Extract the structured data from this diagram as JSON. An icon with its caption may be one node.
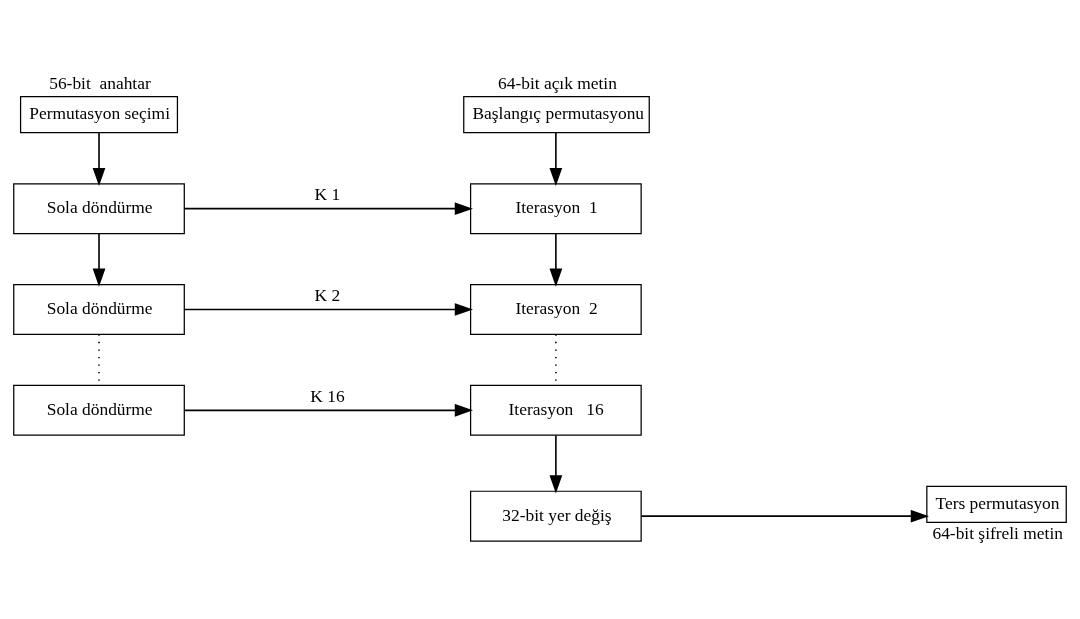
{
  "diagram": {
    "nodes": [
      {
        "text": [
          "Başlangıç permutasyonu"
        ],
        "beside": [
          "64-bit açık metin"
        ]
      },
      {
        "text": [
          "Permutasyon seçimi"
        ],
        "beside": [
          "56-bit  anahtar"
        ]
      },
      {
        "text": [
          "Iterasyon  1"
        ]
      },
      {
        "text": [
          "Sola döndürme"
        ]
      },
      {
        "text": [
          "Iterasyon  2"
        ]
      },
      {
        "text": [
          "Sola döndürme"
        ]
      },
      {
        "text": [
          "Iterasyon   16"
        ]
      },
      {
        "text": [
          "Sola döndürme"
        ]
      },
      {
        "text": [
          "32-bit yer değiş"
        ]
      },
      {
        "text": [
          "Ters permutasyon"
        ],
        "beside": [
          "64-bit şifreli metin"
        ]
      }
    ],
    "edges": [
      {
        "from": 0,
        "to": 2,
        "arrow": "to"
      },
      {
        "from": 1,
        "to": 3,
        "arrow": "to"
      },
      {
        "from": 3,
        "to": 2,
        "arrow": "to",
        "label": "K 1"
      },
      {
        "from": 2,
        "to": 4,
        "arrow": "to"
      },
      {
        "from": 3,
        "to": 5,
        "arrow": "to"
      },
      {
        "from": 5,
        "to": 4,
        "arrow": "to",
        "label": "K 2"
      },
      {
        "from": 4,
        "to": 6,
        "arrow": "none",
        "style": "dashed"
      },
      {
        "from": 5,
        "to": 7,
        "arrow": "none",
        "style": "dashed"
      },
      {
        "from": 7,
        "to": 6,
        "arrow": "to",
        "label": "K 16"
      },
      {
        "from": 6,
        "to": 8,
        "arrow": "to"
      },
      {
        "from": 8,
        "to": 9,
        "arrow": "to"
      }
    ]
  }
}
